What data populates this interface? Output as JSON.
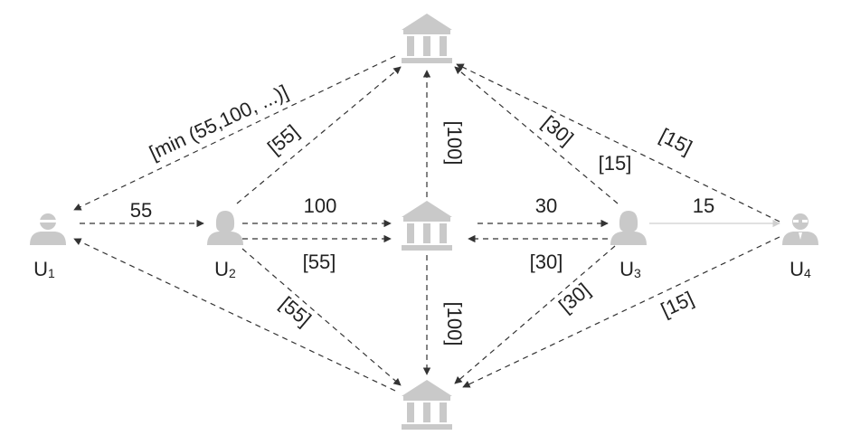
{
  "nodes": {
    "u1": {
      "label": "U",
      "sub": "1",
      "icon": "user-mask-icon"
    },
    "u2": {
      "label": "U",
      "sub": "2",
      "icon": "user-female-icon"
    },
    "u3": {
      "label": "U",
      "sub": "3",
      "icon": "user-female-icon"
    },
    "u4": {
      "label": "U",
      "sub": "4",
      "icon": "user-glasses-icon"
    },
    "bank_top": {
      "icon": "bank-icon"
    },
    "bank_middle": {
      "icon": "bank-icon"
    },
    "bank_bottom": {
      "icon": "bank-icon"
    }
  },
  "edges": {
    "u1_to_u2": "55",
    "bank_top_to_u1": "[min (55,100, ...)]",
    "u2_to_bank_top": "[55]",
    "u2_to_bank_middle": "100",
    "u2_to_bank_middle_bracket": "[55]",
    "u2_to_bank_bottom": "[55]",
    "bank_middle_to_bank_top": "[100]",
    "bank_middle_to_bank_bottom": "[100]",
    "bank_middle_to_u3": "30",
    "u3_to_bank_middle": "[30]",
    "u3_to_bank_top": "[30]",
    "u3_to_bank_top_second": "[15]",
    "u3_to_u4": "15",
    "u4_to_bank_top": "[15]",
    "u3_to_bank_bottom": "[30]",
    "u4_to_bank_bottom": "[15]"
  },
  "colors": {
    "icon": "#c9c9c9",
    "line": "#333333",
    "solid_line": "#cfcfcf"
  }
}
